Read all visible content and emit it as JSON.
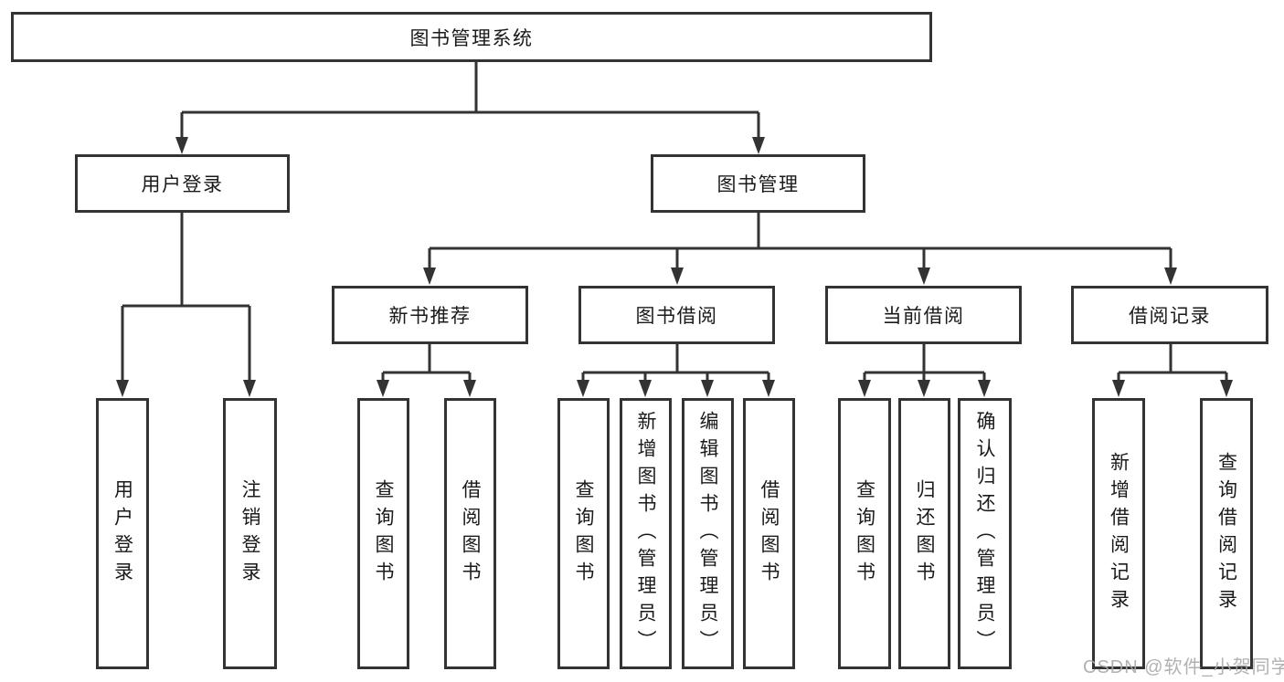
{
  "tree": {
    "root": {
      "label": "图书管理系统"
    },
    "children": [
      {
        "label": "用户登录",
        "children": [
          "用户登录",
          "注销登录"
        ]
      },
      {
        "label": "图书管理",
        "children": [
          {
            "label": "新书推荐",
            "children": [
              "查询图书",
              "借阅图书"
            ]
          },
          {
            "label": "图书借阅",
            "children": [
              "查询图书",
              "新增图书（管理员）",
              "编辑图书（管理员）",
              "借阅图书"
            ]
          },
          {
            "label": "当前借阅",
            "children": [
              "查询图书",
              "归还图书",
              "确认归还（管理员）"
            ]
          },
          {
            "label": "借阅记录",
            "children": [
              "新增借阅记录",
              "查询借阅记录"
            ]
          }
        ]
      }
    ]
  },
  "watermark": {
    "text": "CSDN @软件_小贺同学"
  },
  "colors": {
    "line": "#333333",
    "box_border": "#333333",
    "text": "#1a1a1a",
    "watermark": "#a8a8a8",
    "background": "#ffffff"
  }
}
